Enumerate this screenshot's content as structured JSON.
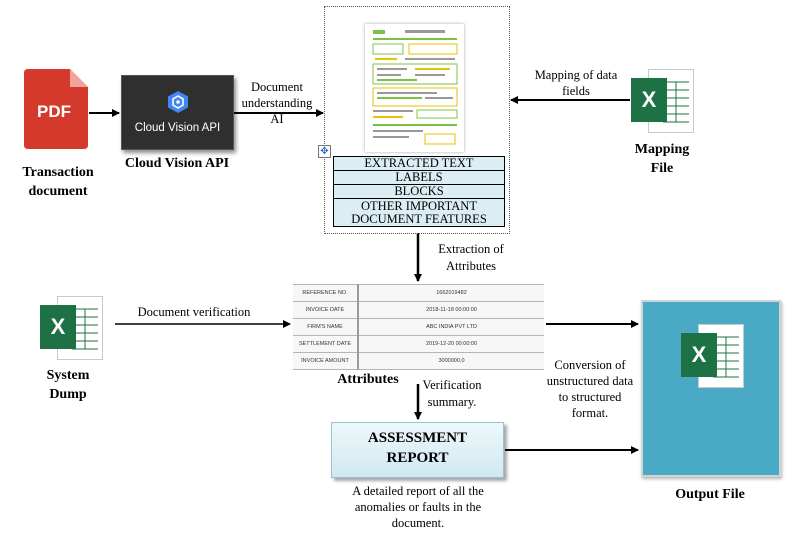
{
  "nodes": {
    "pdf": {
      "icon_text": "PDF",
      "caption": [
        "Transaction",
        "document"
      ]
    },
    "cloud_vision": {
      "box_text": "Cloud Vision API",
      "caption": "Cloud Vision API"
    },
    "features": [
      "EXTRACTED TEXT",
      "LABELS",
      "BLOCKS",
      "OTHER IMPORTANT DOCUMENT FEATURES"
    ],
    "mapping_file": {
      "icon_text": "X",
      "caption": [
        "Mapping",
        "File"
      ]
    },
    "system_dump": {
      "icon_text": "X",
      "caption": [
        "System",
        "Dump"
      ]
    },
    "attributes": {
      "caption": "Attributes",
      "rows": [
        {
          "key": "REFERENCE NO.",
          "value": "1662019482"
        },
        {
          "key": "INVOICE DATE",
          "value": "2018-11-18 00:00:00"
        },
        {
          "key": "FIRM'S NAME",
          "value": "ABC INDIA PVT LTD"
        },
        {
          "key": "SETTLEMENT DATE",
          "value": "2019-12-20 00:00:00"
        },
        {
          "key": "INVOICE AMOUNT",
          "value": "3000000.0"
        }
      ]
    },
    "report": {
      "title": [
        "ASSESSMENT",
        "REPORT"
      ],
      "caption": [
        "A detailed report of all the",
        "anomalies or faults in the",
        "document."
      ]
    },
    "output": {
      "icon_text": "X",
      "caption": "Output File"
    }
  },
  "edge_labels": {
    "doc_ai": [
      "Document",
      "understanding AI"
    ],
    "mapping": [
      "Mapping of data",
      "fields"
    ],
    "extraction": [
      "Extraction of",
      "Attributes"
    ],
    "verification": "Document verification",
    "conversion": [
      "Conversion of",
      "unstructured data",
      "to structured",
      "format."
    ],
    "summary": [
      "Verification",
      "summary."
    ]
  },
  "colors": {
    "pdf_red": "#d33a2c",
    "cloud_box": "#2f2f2f",
    "excel_green": "#1e7145",
    "feature_fill": "#daeef3",
    "output_fill": "#4aa9c5"
  }
}
